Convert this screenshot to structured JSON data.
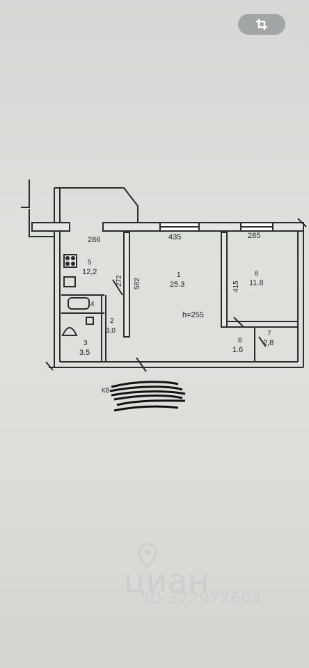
{
  "toolbar": {
    "crop_icon": "crop-icon"
  },
  "plan": {
    "dimensions": {
      "d286": "286",
      "d435": "435",
      "d285": "285",
      "d272": "272",
      "d582": "582",
      "d415": "415",
      "ceiling": "h=255"
    },
    "rooms": [
      {
        "num": "1",
        "area": "25.3"
      },
      {
        "num": "2",
        "area": "3,0"
      },
      {
        "num": "3",
        "area": "3.5"
      },
      {
        "num": "4",
        "area": ""
      },
      {
        "num": "5",
        "area": "12,2"
      },
      {
        "num": "6",
        "area": "11.8"
      },
      {
        "num": "7",
        "area": "2,8"
      },
      {
        "num": "8",
        "area": "1.6"
      }
    ],
    "redacted_prefix": "КВ"
  },
  "watermark": {
    "brand": "циан",
    "id": "ID 322972603"
  }
}
